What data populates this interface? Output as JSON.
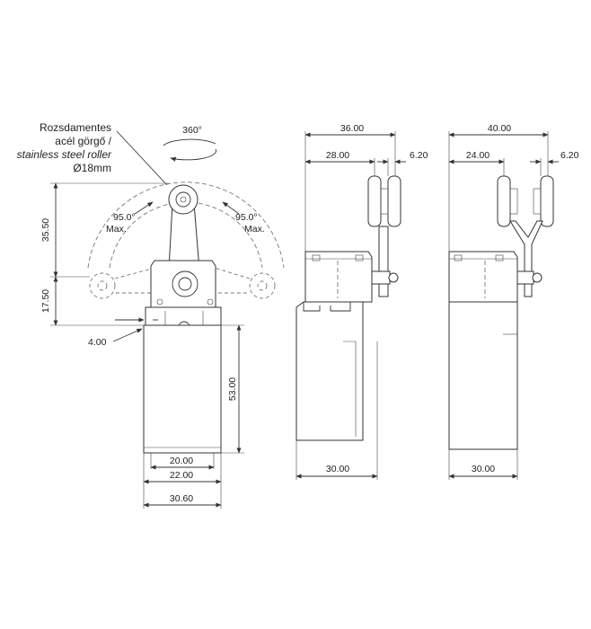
{
  "callout": {
    "line1": "Rozsdamentes",
    "line2": "acél görgő /",
    "line3": "stainless steel roller",
    "line4": "Ø18mm"
  },
  "rotation": "360°",
  "angle_left": {
    "value": "95.0°",
    "note": "Max."
  },
  "angle_right": {
    "value": "95.0°",
    "note": "Max."
  },
  "front_view": {
    "d_35_50": "35.50",
    "d_17_50": "17.50",
    "d_4_00": "4.00",
    "d_53_00": "53.00",
    "d_20_00": "20.00",
    "d_22_00": "22.00",
    "d_30_60": "30.60"
  },
  "side_view_a": {
    "d_36_00": "36.00",
    "d_28_00": "28.00",
    "d_6_20": "6.20",
    "d_30_00": "30.00"
  },
  "side_view_b": {
    "d_40_00": "40.00",
    "d_24_00": "24.00",
    "d_6_20": "6.20",
    "d_30_00": "30.00"
  }
}
